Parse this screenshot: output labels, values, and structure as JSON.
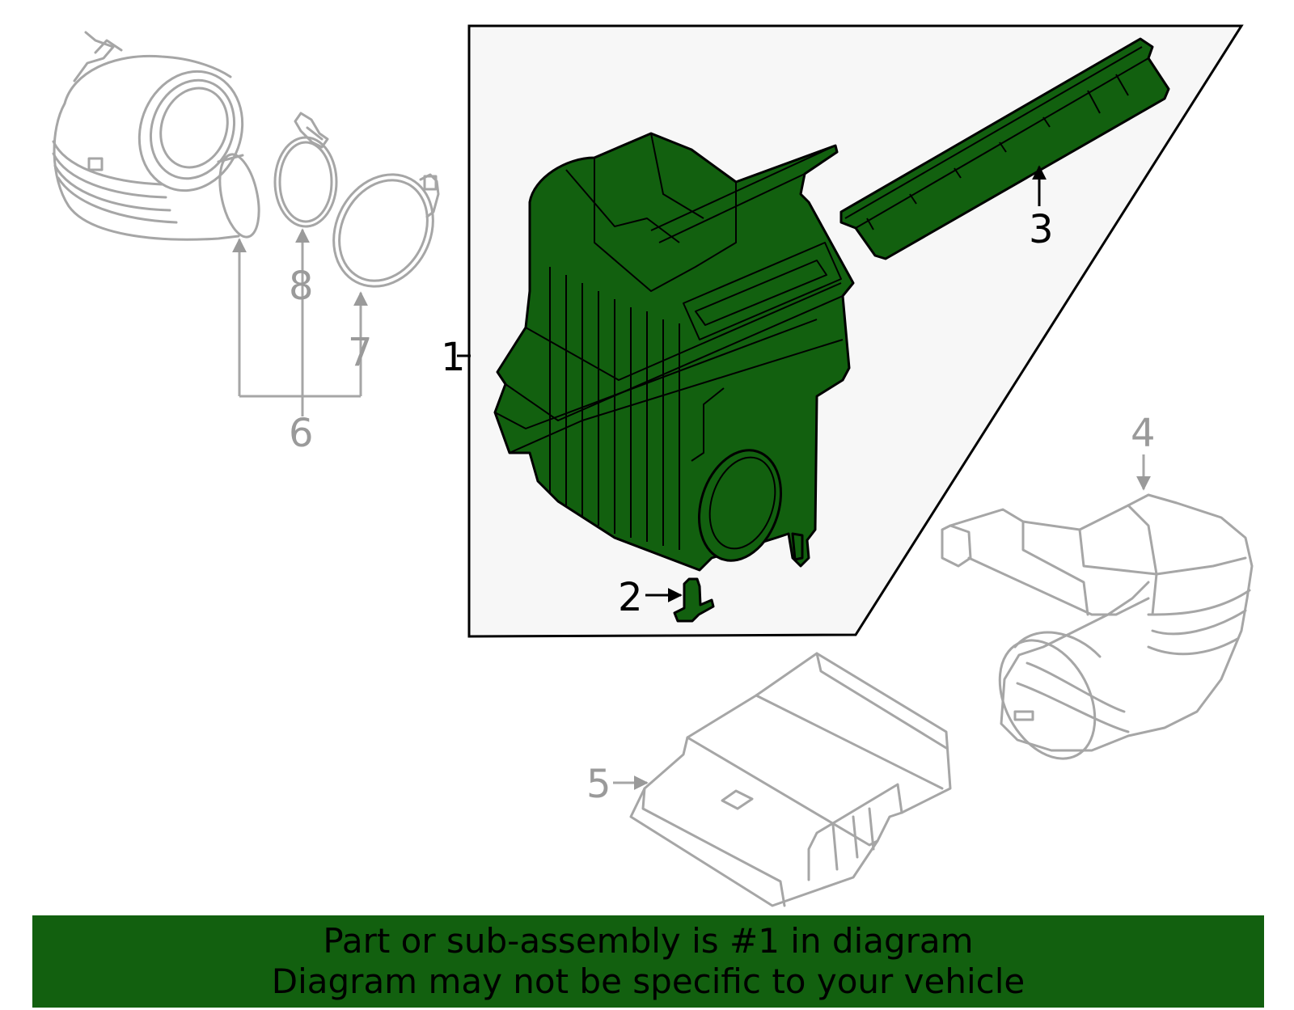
{
  "diagram": {
    "callouts": {
      "c1": "1",
      "c2": "2",
      "c3": "3",
      "c4": "4",
      "c5": "5",
      "c6": "6",
      "c7": "7",
      "c8": "8"
    },
    "colors": {
      "highlight": "#12600f",
      "ghost": "#a6a6a6",
      "panel": "#f7f7f7",
      "outline": "#000000"
    }
  },
  "banner": {
    "line1": "Part or sub-assembly is #1 in diagram",
    "line2": "Diagram may not be specific to your vehicle"
  }
}
